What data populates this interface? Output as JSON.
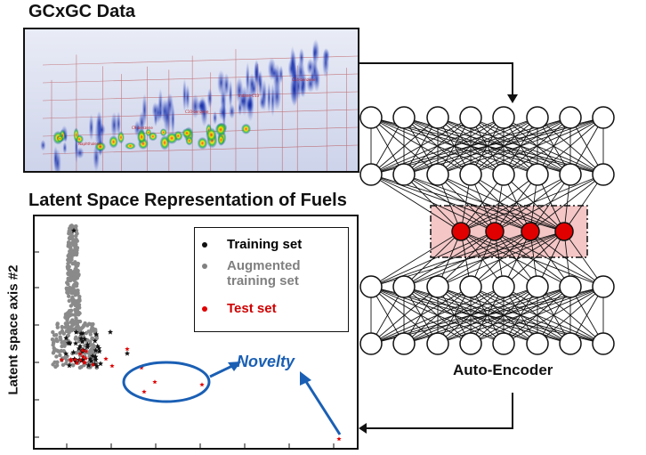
{
  "titles": {
    "gc": "GCxGC Data",
    "latent": "Latent Space Representation of Fuels"
  },
  "latent_plot": {
    "y_axis_label": "Latent space axis #2",
    "legend": [
      {
        "label": "Training set",
        "color": "#111111"
      },
      {
        "label": "Augmented training set",
        "color": "#808080"
      },
      {
        "label": "Test set",
        "color": "#e00000"
      }
    ],
    "annotation": "Novelty",
    "annotation_color": "#1a5fb4"
  },
  "autoencoder": {
    "label": "Auto-Encoder",
    "layers": [
      8,
      8,
      4,
      8,
      8
    ],
    "bottleneck_color": "#e00000",
    "bottleneck_fill": "#f4c6c6"
  },
  "gc_peak_labels": [
    "Naphthalene",
    "C9-benzene",
    "C10-benzene",
    "Indane-C13",
    "C14-benzene"
  ]
}
